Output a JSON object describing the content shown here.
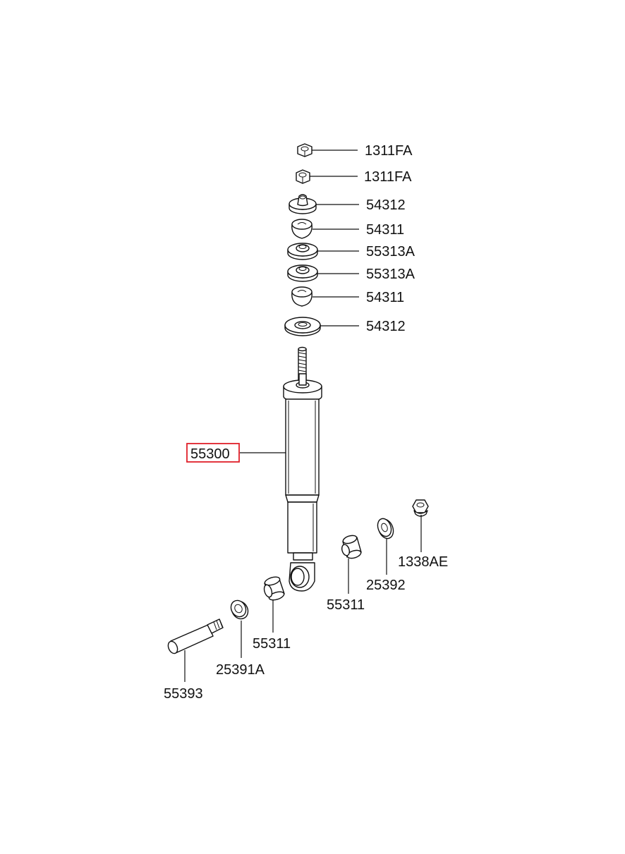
{
  "diagram": {
    "parts": [
      {
        "id": "p1",
        "label": "1311FA"
      },
      {
        "id": "p2",
        "label": "1311FA"
      },
      {
        "id": "p3",
        "label": "54312"
      },
      {
        "id": "p4",
        "label": "54311"
      },
      {
        "id": "p5",
        "label": "55313A"
      },
      {
        "id": "p6",
        "label": "55313A"
      },
      {
        "id": "p7",
        "label": "54311"
      },
      {
        "id": "p8",
        "label": "54312"
      },
      {
        "id": "p9",
        "label": "55300",
        "highlighted": true
      },
      {
        "id": "p10",
        "label": "1338AE"
      },
      {
        "id": "p11",
        "label": "25392"
      },
      {
        "id": "p12",
        "label": "55311"
      },
      {
        "id": "p13",
        "label": "55311"
      },
      {
        "id": "p14",
        "label": "25391A"
      },
      {
        "id": "p15",
        "label": "55393"
      }
    ],
    "highlight_color": "#e0202a"
  }
}
